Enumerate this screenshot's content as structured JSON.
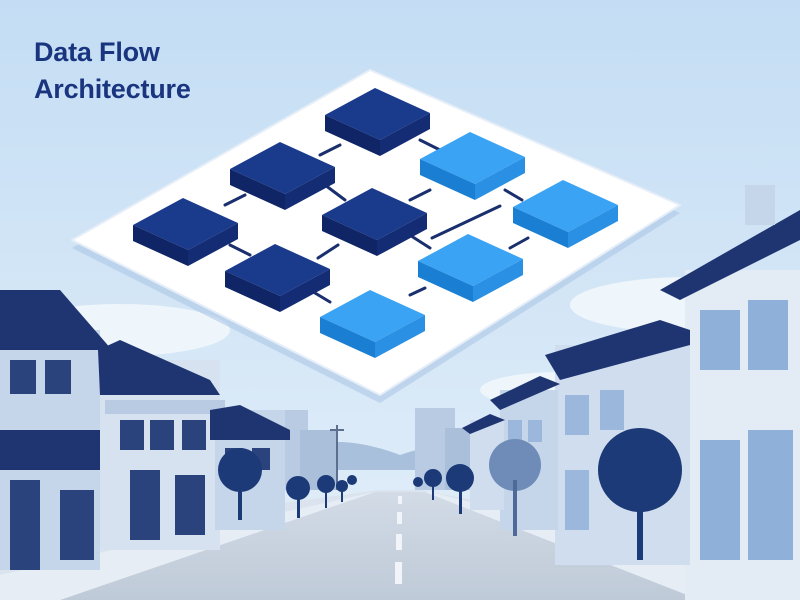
{
  "title": {
    "line1": "Data Flow",
    "line2": "Architecture"
  },
  "colors": {
    "sky": "#cfe4f6",
    "title": "#1a3580",
    "node_dark": "#16307e",
    "node_light": "#2e9bf0",
    "platform": "#ffffff",
    "house_wall": "#c5d6ea",
    "roof": "#1e3572",
    "tree": "#1c3a78",
    "road": "#c3cedd"
  },
  "diagram": {
    "nodes": [
      {
        "id": "n1",
        "tone": "dark"
      },
      {
        "id": "n2",
        "tone": "dark"
      },
      {
        "id": "n3",
        "tone": "dark"
      },
      {
        "id": "n4",
        "tone": "dark"
      },
      {
        "id": "n5",
        "tone": "dark"
      },
      {
        "id": "n6",
        "tone": "light"
      },
      {
        "id": "n7",
        "tone": "light"
      },
      {
        "id": "n8",
        "tone": "light"
      },
      {
        "id": "n9",
        "tone": "light"
      }
    ]
  }
}
